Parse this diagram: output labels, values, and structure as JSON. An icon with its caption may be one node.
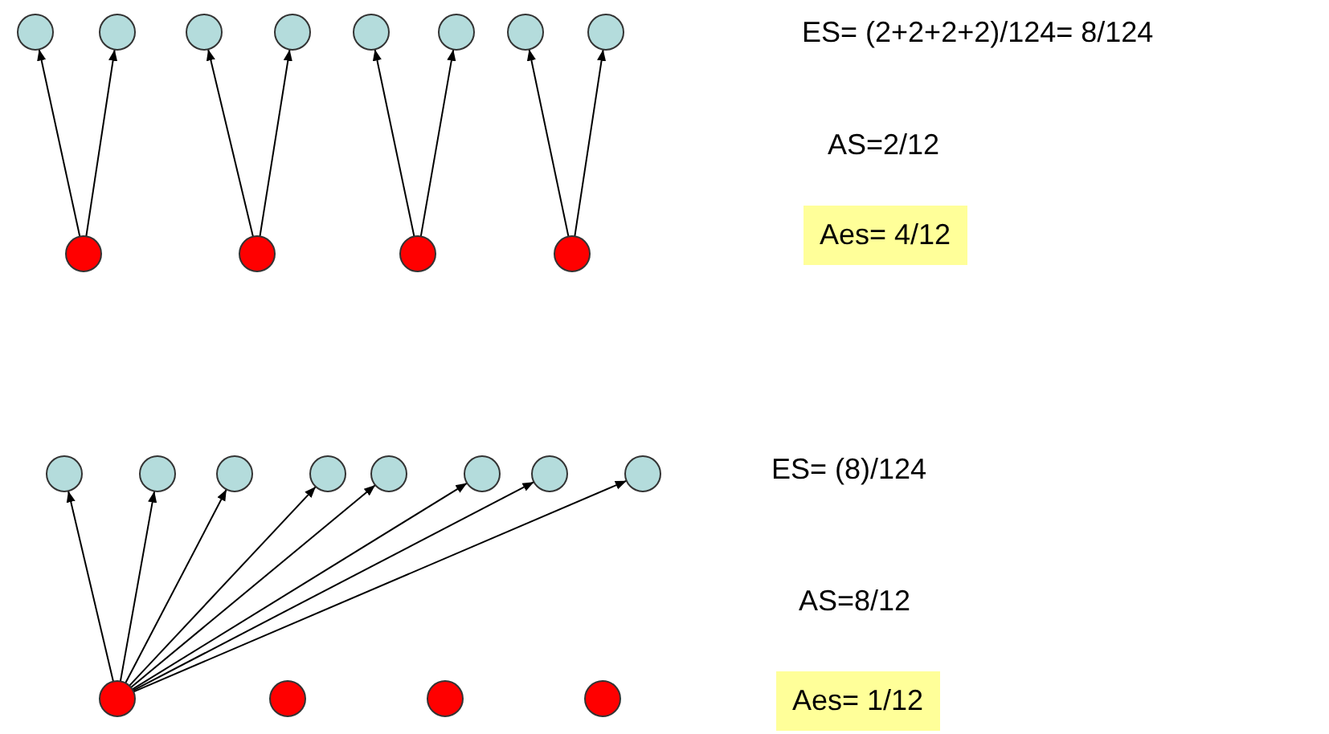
{
  "diagram": {
    "nodes": [
      {
        "text": [],
        "shape": "circle"
      },
      {
        "text": [],
        "shape": "circle"
      },
      {
        "text": [],
        "shape": "circle"
      },
      {
        "text": [],
        "shape": "circle"
      },
      {
        "text": [],
        "shape": "circle"
      },
      {
        "text": [],
        "shape": "circle"
      },
      {
        "text": [],
        "shape": "circle"
      },
      {
        "text": [],
        "shape": "circle"
      },
      {
        "text": [],
        "shape": "circle"
      },
      {
        "text": [],
        "shape": "circle"
      },
      {
        "text": [],
        "shape": "circle"
      },
      {
        "text": [],
        "shape": "circle"
      },
      {
        "text": [
          "Aes= 4/12"
        ]
      },
      {
        "text": [],
        "shape": "circle"
      },
      {
        "text": [],
        "shape": "circle"
      },
      {
        "text": [],
        "shape": "circle"
      },
      {
        "text": [],
        "shape": "circle"
      },
      {
        "text": [],
        "shape": "circle"
      },
      {
        "text": [],
        "shape": "circle"
      },
      {
        "text": [],
        "shape": "circle"
      },
      {
        "text": [],
        "shape": "circle"
      },
      {
        "text": [],
        "shape": "circle"
      },
      {
        "text": [],
        "shape": "circle"
      },
      {
        "text": [],
        "shape": "circle"
      },
      {
        "text": [],
        "shape": "circle"
      },
      {
        "text": [
          "Aes= 1/12"
        ]
      }
    ],
    "edges": [
      {
        "from": 8,
        "to": 0,
        "arrow": "to"
      },
      {
        "from": 8,
        "to": 1,
        "arrow": "to"
      },
      {
        "from": 9,
        "to": 2,
        "arrow": "to"
      },
      {
        "from": 9,
        "to": 3,
        "arrow": "to"
      },
      {
        "from": 10,
        "to": 4,
        "arrow": "to"
      },
      {
        "from": 10,
        "to": 5,
        "arrow": "to"
      },
      {
        "from": 11,
        "to": 6,
        "arrow": "to"
      },
      {
        "from": 11,
        "to": 7,
        "arrow": "to"
      },
      {
        "from": 21,
        "to": 13,
        "arrow": "to"
      },
      {
        "from": 21,
        "to": 14,
        "arrow": "to"
      },
      {
        "from": 21,
        "to": 15,
        "arrow": "to"
      },
      {
        "from": 21,
        "to": 16,
        "arrow": "to"
      },
      {
        "from": 21,
        "to": 17,
        "arrow": "to"
      },
      {
        "from": 21,
        "to": 18,
        "arrow": "to"
      },
      {
        "from": 21,
        "to": 19,
        "arrow": "to"
      },
      {
        "from": 21,
        "to": 20,
        "arrow": "to"
      }
    ],
    "labels": [
      "ES= (2+2+2+2)/124= 8/124",
      "AS=2/12",
      "ES= (8)/124",
      "AS=8/12"
    ]
  }
}
